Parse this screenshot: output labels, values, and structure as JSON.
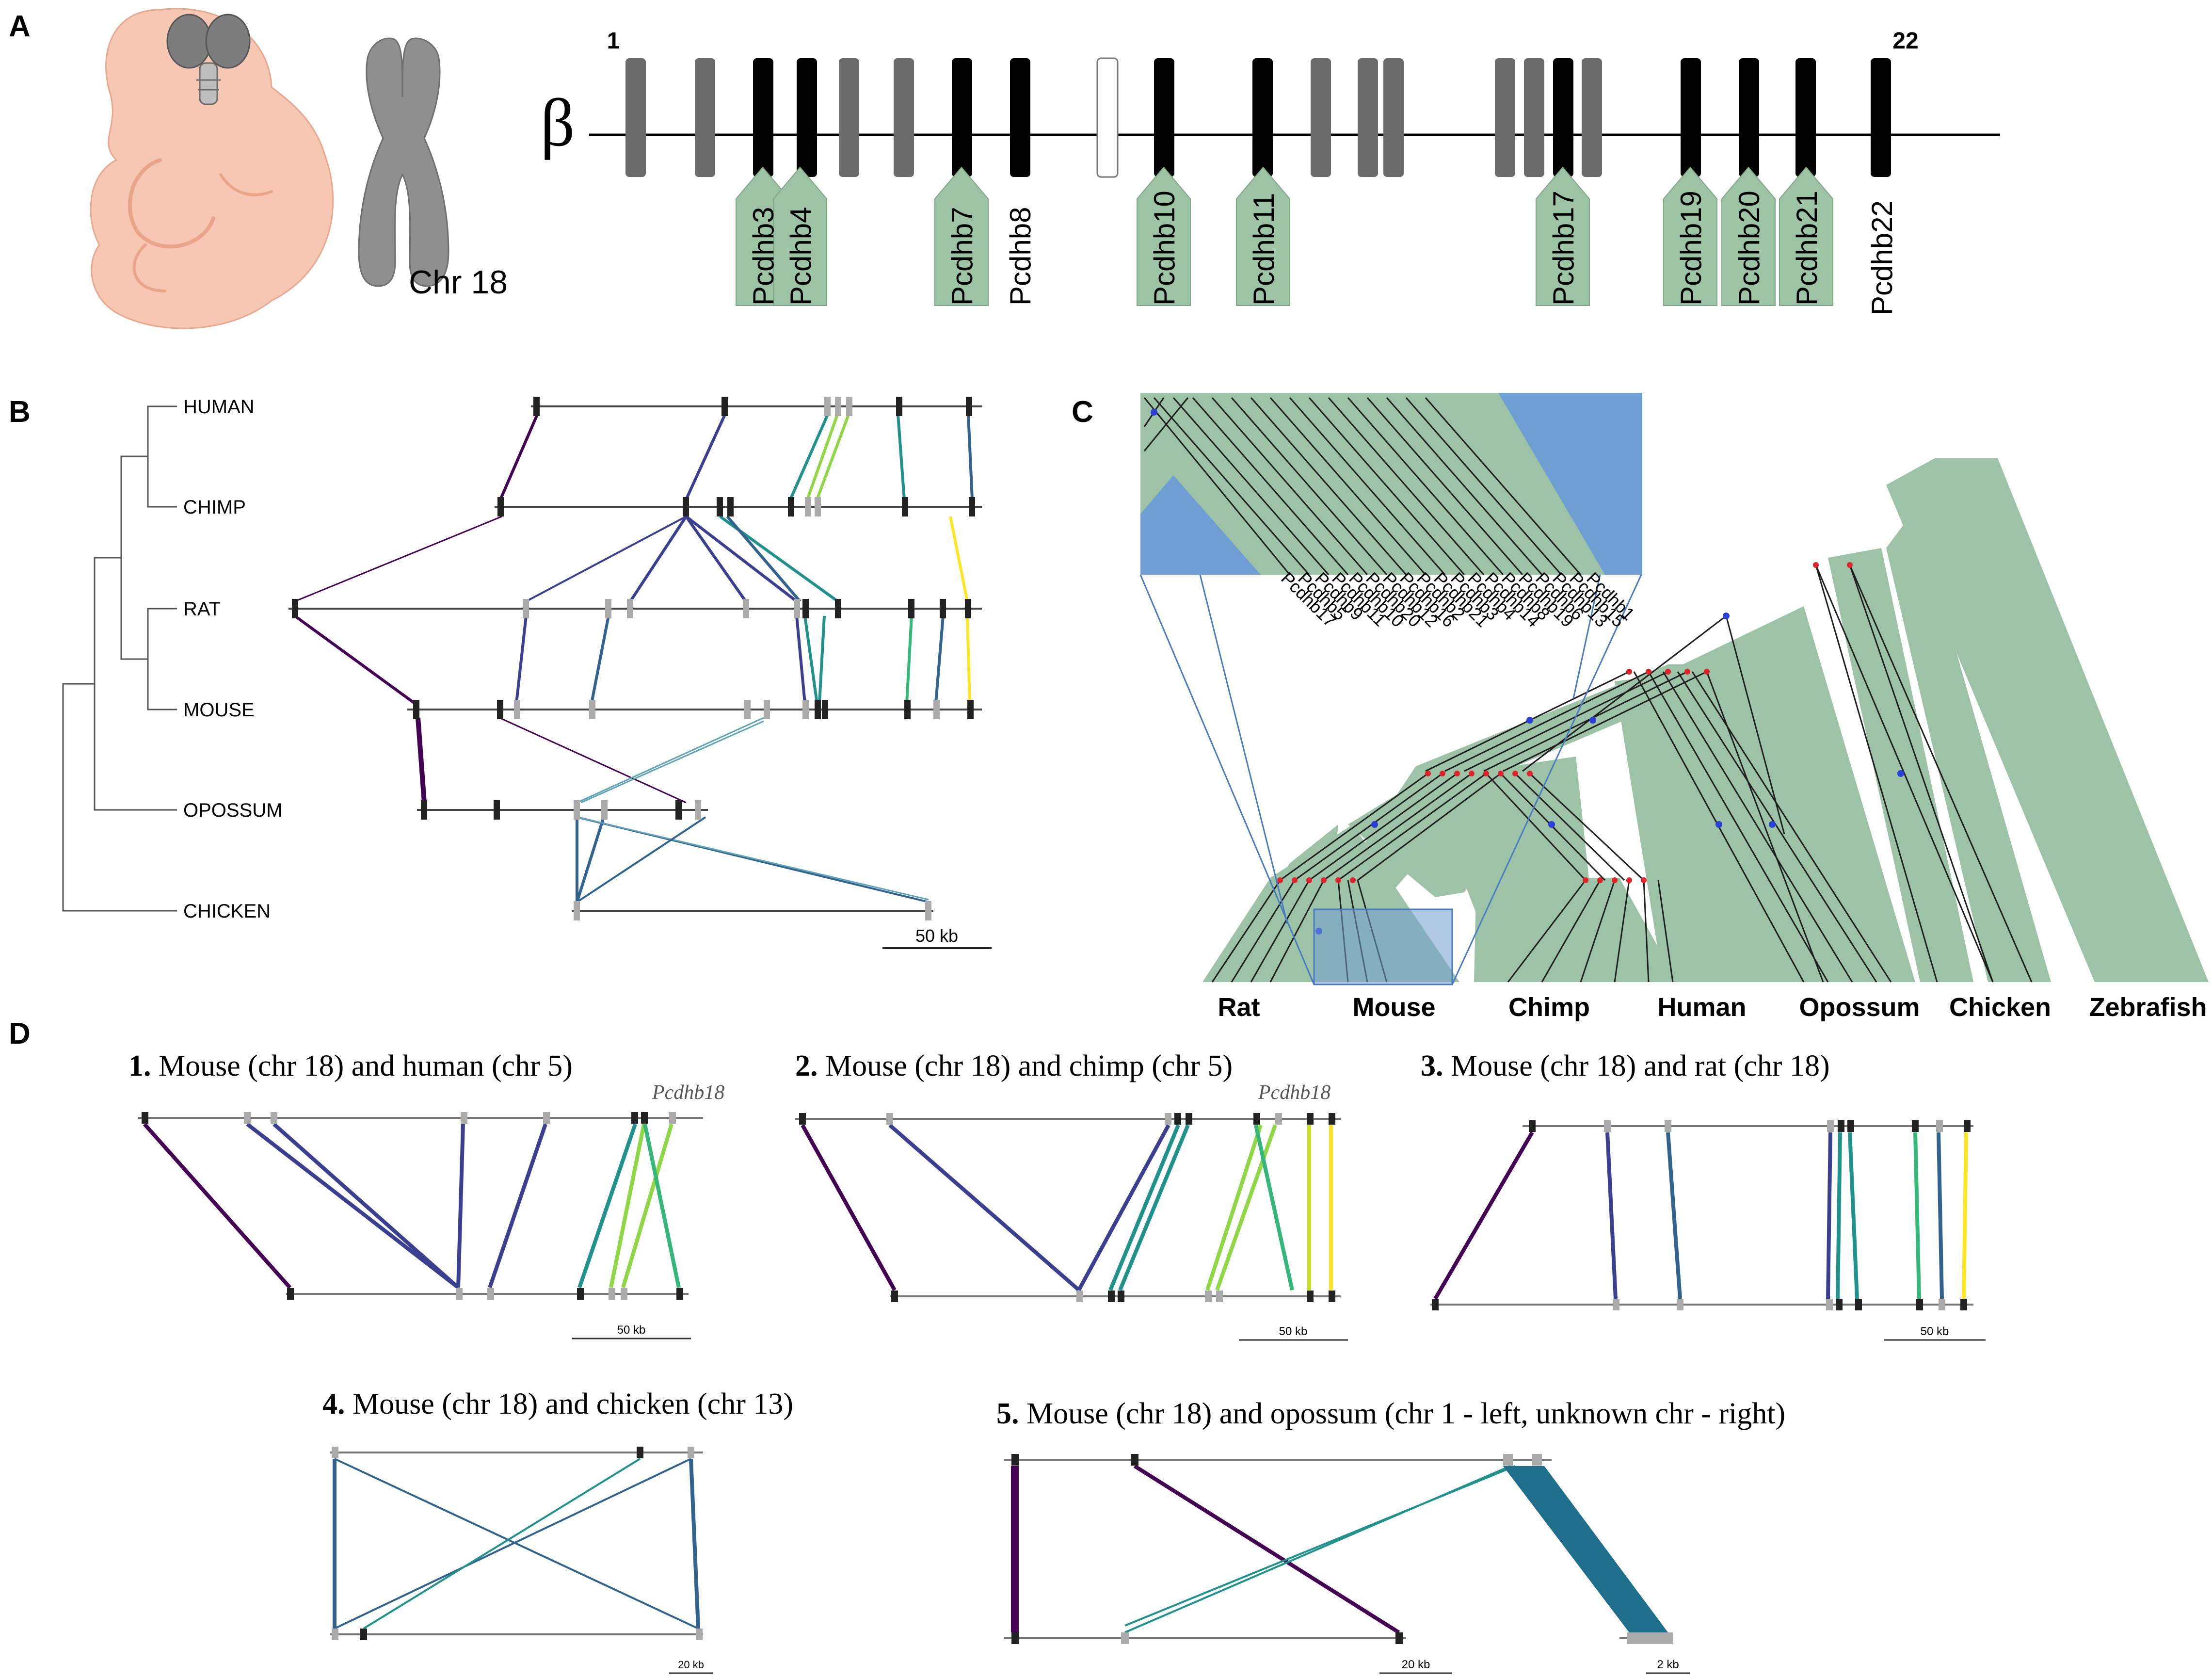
{
  "panels": {
    "a": "A",
    "b": "B",
    "c": "C",
    "d": "D"
  },
  "panel_a": {
    "chromosome_label": "Chr 18",
    "cluster_symbol": "β",
    "first_gene_num": "1",
    "last_gene_num": "22",
    "gene_labels": [
      "Pcdhb3",
      "Pcdhb4",
      "Pcdhb7",
      "Pcdhb8",
      "Pcdhb10",
      "Pcdhb11",
      "Pcdhb17",
      "Pcdhb19",
      "Pcdhb20",
      "Pcdhb21",
      "Pcdhb22"
    ],
    "colors": {
      "embryo": "#f6c8b4",
      "brain": "#8a8a8a",
      "chromosome": "#8f8f8f",
      "gene_black": "#000000",
      "gene_gray": "#6b6b6b",
      "tag_green": "#9cc4a4"
    }
  },
  "panel_b": {
    "species": [
      "HUMAN",
      "CHIMP",
      "RAT",
      "MOUSE",
      "OPOSSUM",
      "CHICKEN"
    ],
    "scale_label": "50 kb"
  },
  "panel_c": {
    "species": [
      "Rat",
      "Mouse",
      "Chimp",
      "Human",
      "Opossum",
      "Chicken",
      "Zebrafish"
    ],
    "inset_genes": [
      "Pcdhb17",
      "Pcdhb5",
      "Pcdhb9",
      "Pcdhb11",
      "Pcdhb10",
      "Pcdhb20",
      "Pcdhb12",
      "Pcdhb16",
      "Pcdhb2",
      "Pcdhb21",
      "Pcdhb3",
      "Pcdhb4",
      "Pcdhb14",
      "Pcdhb8",
      "Pcdhb19",
      "Pcdhb6",
      "Pcdhb13",
      "Pcdhb15",
      "Pcdhb1"
    ],
    "colors": {
      "tree": "#9dc3a6",
      "inset_blue": "#6f9fd2",
      "node_red": "#e0242b",
      "node_blue": "#2a3fd6"
    }
  },
  "panel_d": {
    "plots": [
      {
        "num": "1.",
        "title": " Mouse (chr 18) and human (chr 5)",
        "gene_note": "Pcdhb18",
        "scale": "50 kb"
      },
      {
        "num": "2.",
        "title": " Mouse (chr 18) and chimp (chr 5)",
        "gene_note": "Pcdhb18",
        "scale": "50 kb"
      },
      {
        "num": "3.",
        "title": " Mouse (chr 18) and rat (chr 18)",
        "scale": "50 kb"
      },
      {
        "num": "4.",
        "title": " Mouse (chr 18) and chicken (chr 13)",
        "scale": "20 kb"
      },
      {
        "num": "5.",
        "title": " Mouse (chr 18) and opossum (chr 1 - left, unknown chr - right)",
        "scale_left": "20 kb",
        "scale_right": "2 kb"
      }
    ]
  },
  "palette": {
    "purple": "#440154",
    "indigo": "#3b3f8f",
    "blue": "#31638e",
    "teal": "#21918c",
    "green": "#35b779",
    "lime": "#8fd744",
    "yellow": "#fde725"
  }
}
